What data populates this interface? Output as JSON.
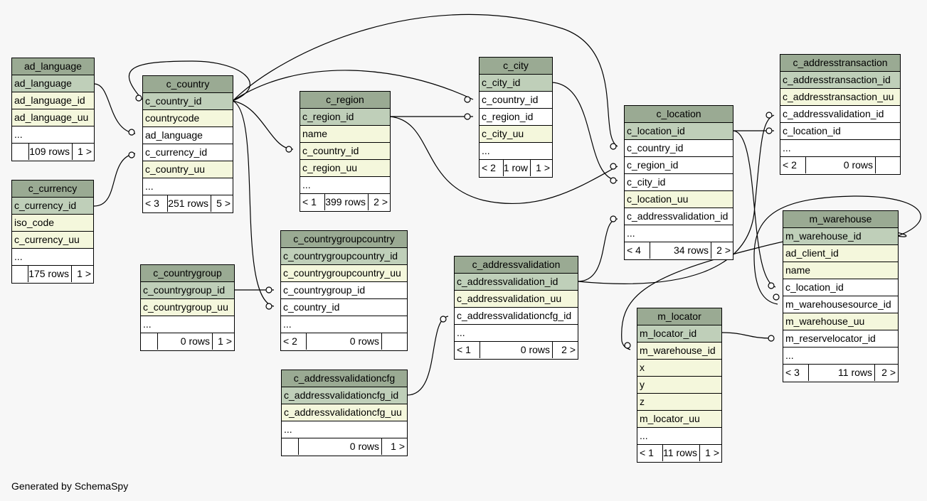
{
  "credit": "Generated by SchemaSpy",
  "colors": {
    "header": "#9aaa93",
    "pk": "#bfcfb9",
    "indexed": "#f4f7dc",
    "plain": "#ffffff",
    "background": "#f7f7f7"
  },
  "tables": [
    {
      "id": "ad_language",
      "name": "ad_language",
      "rows": [
        {
          "t": "pk",
          "v": "ad_language"
        },
        {
          "t": "idx",
          "v": "ad_language_id"
        },
        {
          "t": "idx",
          "v": "ad_language_uu"
        },
        {
          "t": "ell",
          "v": "..."
        }
      ],
      "foot": [
        "",
        "109 rows",
        "1 >"
      ]
    },
    {
      "id": "c_currency",
      "name": "c_currency",
      "rows": [
        {
          "t": "pk",
          "v": "c_currency_id"
        },
        {
          "t": "idx",
          "v": "iso_code"
        },
        {
          "t": "idx",
          "v": "c_currency_uu"
        },
        {
          "t": "ell",
          "v": "..."
        }
      ],
      "foot": [
        "",
        "175 rows",
        "1 >"
      ]
    },
    {
      "id": "c_country",
      "name": "c_country",
      "rows": [
        {
          "t": "pk",
          "v": "c_country_id"
        },
        {
          "t": "idx",
          "v": "countrycode"
        },
        {
          "t": "plain",
          "v": "ad_language"
        },
        {
          "t": "plain",
          "v": "c_currency_id"
        },
        {
          "t": "idx",
          "v": "c_country_uu"
        },
        {
          "t": "ell",
          "v": "..."
        }
      ],
      "foot": [
        "< 3",
        "251 rows",
        "5 >"
      ]
    },
    {
      "id": "c_region",
      "name": "c_region",
      "rows": [
        {
          "t": "pk",
          "v": "c_region_id"
        },
        {
          "t": "idx",
          "v": "name"
        },
        {
          "t": "idx",
          "v": "c_country_id"
        },
        {
          "t": "idx",
          "v": "c_region_uu"
        },
        {
          "t": "ell",
          "v": "..."
        }
      ],
      "foot": [
        "< 1",
        "399 rows",
        "2 >"
      ]
    },
    {
      "id": "c_city",
      "name": "c_city",
      "rows": [
        {
          "t": "pk",
          "v": "c_city_id"
        },
        {
          "t": "plain",
          "v": "c_country_id"
        },
        {
          "t": "plain",
          "v": "c_region_id"
        },
        {
          "t": "idx",
          "v": "c_city_uu"
        },
        {
          "t": "ell",
          "v": "..."
        }
      ],
      "foot": [
        "< 2",
        "1 row",
        "1 >"
      ]
    },
    {
      "id": "c_location",
      "name": "c_location",
      "rows": [
        {
          "t": "pk",
          "v": "c_location_id"
        },
        {
          "t": "plain",
          "v": "c_country_id"
        },
        {
          "t": "plain",
          "v": "c_region_id"
        },
        {
          "t": "plain",
          "v": "c_city_id"
        },
        {
          "t": "idx",
          "v": "c_location_uu"
        },
        {
          "t": "plain",
          "v": "c_addressvalidation_id"
        },
        {
          "t": "ell",
          "v": "..."
        }
      ],
      "foot": [
        "< 4",
        "34 rows",
        "2 >"
      ]
    },
    {
      "id": "c_addresstransaction",
      "name": "c_addresstransaction",
      "rows": [
        {
          "t": "pk",
          "v": "c_addresstransaction_id"
        },
        {
          "t": "idx",
          "v": "c_addresstransaction_uu"
        },
        {
          "t": "plain",
          "v": "c_addressvalidation_id"
        },
        {
          "t": "plain",
          "v": "c_location_id"
        },
        {
          "t": "ell",
          "v": "..."
        }
      ],
      "foot": [
        "< 2",
        "0 rows",
        ""
      ]
    },
    {
      "id": "c_countrygroup",
      "name": "c_countrygroup",
      "rows": [
        {
          "t": "pk",
          "v": "c_countrygroup_id"
        },
        {
          "t": "idx",
          "v": "c_countrygroup_uu"
        },
        {
          "t": "ell",
          "v": "..."
        }
      ],
      "foot": [
        "",
        "0 rows",
        "1 >"
      ]
    },
    {
      "id": "c_countrygroupcountry",
      "name": "c_countrygroupcountry",
      "rows": [
        {
          "t": "pk",
          "v": "c_countrygroupcountry_id"
        },
        {
          "t": "idx",
          "v": "c_countrygroupcountry_uu"
        },
        {
          "t": "plain",
          "v": "c_countrygroup_id"
        },
        {
          "t": "plain",
          "v": "c_country_id"
        },
        {
          "t": "ell",
          "v": "..."
        }
      ],
      "foot": [
        "< 2",
        "0 rows",
        ""
      ]
    },
    {
      "id": "c_addressvalidationcfg",
      "name": "c_addressvalidationcfg",
      "rows": [
        {
          "t": "pk",
          "v": "c_addressvalidationcfg_id"
        },
        {
          "t": "idx",
          "v": "c_addressvalidationcfg_uu"
        },
        {
          "t": "ell",
          "v": "..."
        }
      ],
      "foot": [
        "",
        "0 rows",
        "1 >"
      ]
    },
    {
      "id": "c_addressvalidation",
      "name": "c_addressvalidation",
      "rows": [
        {
          "t": "pk",
          "v": "c_addressvalidation_id"
        },
        {
          "t": "idx",
          "v": "c_addressvalidation_uu"
        },
        {
          "t": "plain",
          "v": "c_addressvalidationcfg_id"
        },
        {
          "t": "ell",
          "v": "..."
        }
      ],
      "foot": [
        "< 1",
        "0 rows",
        "2 >"
      ]
    },
    {
      "id": "m_locator",
      "name": "m_locator",
      "rows": [
        {
          "t": "pk",
          "v": "m_locator_id"
        },
        {
          "t": "idx",
          "v": "m_warehouse_id"
        },
        {
          "t": "idx",
          "v": "x"
        },
        {
          "t": "idx",
          "v": "y"
        },
        {
          "t": "idx",
          "v": "z"
        },
        {
          "t": "idx",
          "v": "m_locator_uu"
        },
        {
          "t": "ell",
          "v": "..."
        }
      ],
      "foot": [
        "< 1",
        "11 rows",
        "1 >"
      ]
    },
    {
      "id": "m_warehouse",
      "name": "m_warehouse",
      "rows": [
        {
          "t": "pk",
          "v": "m_warehouse_id"
        },
        {
          "t": "idx",
          "v": "ad_client_id"
        },
        {
          "t": "idx",
          "v": "name"
        },
        {
          "t": "plain",
          "v": "c_location_id"
        },
        {
          "t": "plain",
          "v": "m_warehousesource_id"
        },
        {
          "t": "idx",
          "v": "m_warehouse_uu"
        },
        {
          "t": "plain",
          "v": "m_reservelocator_id"
        },
        {
          "t": "ell",
          "v": "..."
        }
      ],
      "foot": [
        "< 3",
        "11 rows",
        "2 >"
      ]
    }
  ]
}
